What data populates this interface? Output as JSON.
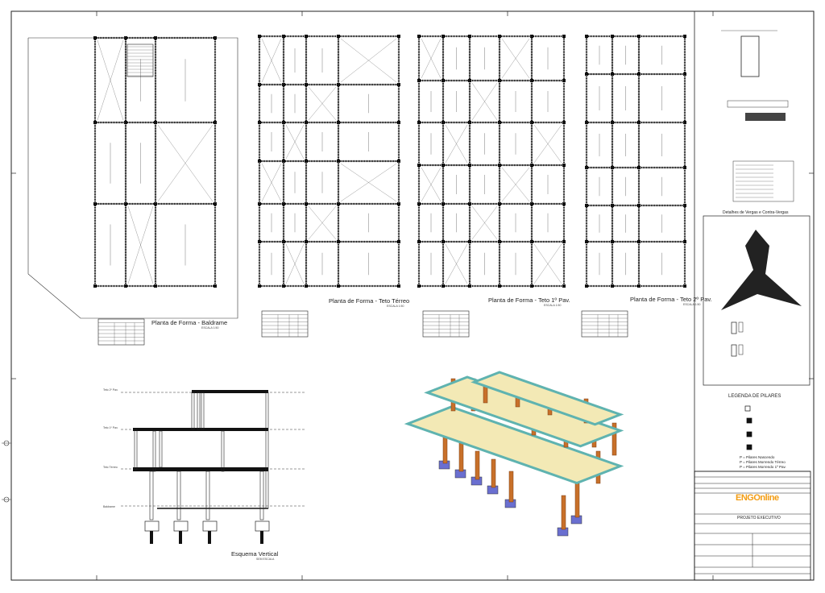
{
  "sheet": {
    "plans": [
      {
        "title": "Planta de Forma - Baldrame",
        "scale": "ESCALA 1:50"
      },
      {
        "title": "Planta de Forma - Teto Térreo",
        "scale": "ESCALA 1:50"
      },
      {
        "title": "Planta de Forma - Teto 1º Pav.",
        "scale": "ESCALA 1:50"
      },
      {
        "title": "Planta de Forma - Teto 2º Pav.",
        "scale": "ESCALA 1:50"
      }
    ],
    "elevation": {
      "title": "Esquema Vertical",
      "scale": "SEM ESCALA",
      "levels": [
        "Teto 2º Pav.",
        "Teto 1º Pav.",
        "Teto Térreo",
        "Baldrame"
      ]
    },
    "details": {
      "title": "Detalhes de Vergas e Contra-Vergas"
    },
    "legend": {
      "title": "LEGENDA DE PILARES",
      "notes": [
        "P = Pilares Nascendo",
        "P = Pilares Morrendo Térreo",
        "P = Pilares Morrendo 1º Pav."
      ]
    },
    "title_block": {
      "logo": "ENGOnline",
      "project": "PROJETO EXECUTIVO"
    }
  },
  "colors": {
    "line": "#111111",
    "slab": "#f3e9b5",
    "beam": "#5fb3b0",
    "column": "#c8702a",
    "footing": "#6a6fd0",
    "logo_orange": "#f39c12",
    "logo_blue": "#2a6fb7"
  }
}
